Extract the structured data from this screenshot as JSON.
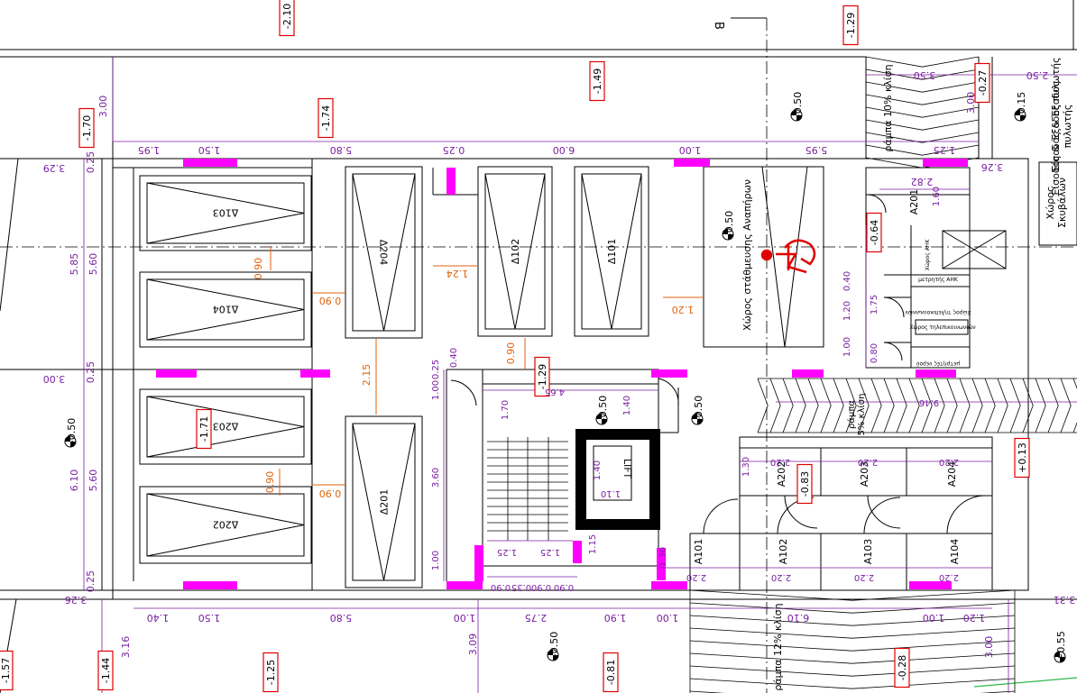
{
  "colors": {
    "line": "#000000",
    "dimension": "#7a1fa2",
    "orange": "#e0620d",
    "magenta": "#ff00ff",
    "elev_box": "#e00000",
    "accessible": "#e00000",
    "green": "#2fb84a"
  },
  "section_mark": "B",
  "elevations": {
    "e1": "-2.10",
    "e2": "-1.29",
    "e3": "-1.49",
    "e4": "-1.70",
    "e5": "-1.74",
    "e6": "-0.27",
    "e7": "-0.64",
    "e8": "-1.29",
    "e9": "-1.71",
    "e10": "-0.83",
    "e11": "+0.13",
    "e12": "-1.44",
    "e13": "-1.25",
    "e14": "-0.81",
    "e15": "-0.28",
    "e16": "-1.57"
  },
  "levels": {
    "l1": "-0.50",
    "l2": "-0.15",
    "l3": "-0.50",
    "l4": "-0.50",
    "l5": "-0.50",
    "l6": "-0.50",
    "l7": "-0.50",
    "l8": "+0.55"
  },
  "parking": {
    "d101": "Δ101",
    "d102": "Δ102",
    "d103": "Δ103",
    "d104": "Δ104",
    "d201": "Δ201",
    "d202": "Δ202",
    "d203": "Δ203",
    "d204": "Δ204"
  },
  "storage": {
    "a101": "A101",
    "a102": "A102",
    "a103": "A103",
    "a104": "A104",
    "a201": "A201",
    "a202": "A202",
    "a203": "A203",
    "a204": "A204"
  },
  "labels": {
    "accessible_parking": "Χώρος στάθμευσης Αναπήρων",
    "lift": "LIFT",
    "entrance": "Είσοδος & Έξοδος πυλωτής",
    "garbage": "Χώρος Σκυβάλων",
    "ramp_top": "ράμπα 10% κλίση",
    "ramp_mid": "ράμπα 5% κλίση",
    "ramp_bottom": "ράμπα 12% κλίση",
    "meter_ahk": "μετρητής ΑΗΚ",
    "ahk_room": "Χώρος ΑΗΚ",
    "telecom1": "Χώρος τηλεπικοινωνιών",
    "telecom2": "Χώρος τηλεπικοινωνιών",
    "water_meters": "μετρητές νερού"
  },
  "dims": {
    "h1": "1.95",
    "h2": "1.50",
    "h3": "5.80",
    "h4": "0.25",
    "h5": "6.00",
    "h6": "1.00",
    "h7": "5.95",
    "h8": "1.25",
    "h9": "3.50",
    "h10": "2.50",
    "h11": "2.82",
    "h12": "1.40",
    "h13": "1.50",
    "h14": "5.80",
    "h15": "1.00",
    "h16": "2.75",
    "h17": "1.90",
    "h18": "1.00",
    "h19": "6.10",
    "h20": "1.00",
    "h21": "1.20",
    "v1": "3.00",
    "v2": "3.29",
    "v3": "0.25",
    "v4": "5.85",
    "v5": "5.60",
    "v6": "3.00",
    "v7": "0.25",
    "v8": "6.10",
    "v9": "5.60",
    "v10": "3.26",
    "v11": "0.25",
    "v12": "3.16",
    "v13": "3.09",
    "v14": "3.26",
    "v15": "3.00",
    "v16": "3.31",
    "v17": "3.00",
    "s1": "1.60",
    "s2": "0.40",
    "s3": "1.20",
    "s4": "1.75",
    "s5": "1.00",
    "s6": "0.80",
    "s7": "1.00",
    "s8": "0.25",
    "s9": "0.40",
    "s10": "1.70",
    "s11": "4.65",
    "s12": "1.40",
    "s13": "3.60",
    "s14": "1.00",
    "s15": "1.40",
    "s16": "1.10",
    "s17": "1.15",
    "s18": "1.25",
    "s19": "1.25",
    "s20": "0.90",
    "s21": "0.35",
    "s22": "0.90",
    "s23": "0.90",
    "s24": "1.30",
    "s25": "2.20",
    "s26": "2.20",
    "s27": "2.20",
    "s28": "1.30",
    "s29": "2.20",
    "s30": "2.20",
    "s31": "2.20",
    "s32": "2.20",
    "s33": "9.46",
    "o1": "0.90",
    "o2": "0.90",
    "o3": "1.24",
    "o4": "1.20",
    "o5": "2.15",
    "o6": "0.90",
    "o7": "0.90",
    "o8": "0.90",
    "o9": "0.90"
  }
}
